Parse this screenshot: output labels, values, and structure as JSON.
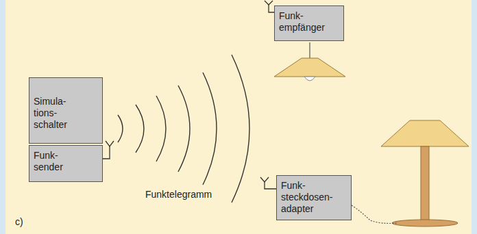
{
  "diagram": {
    "nodes": [
      {
        "text": [
          "Simula- tions- schalter"
        ]
      },
      {
        "text": [
          "Funk- sender"
        ]
      },
      {
        "text": [
          "Funk- empfänger"
        ]
      },
      {
        "text": [
          "Funk- steckdosen- adapter"
        ]
      }
    ],
    "labels": [
      "Funktelegramm",
      "c)"
    ]
  }
}
